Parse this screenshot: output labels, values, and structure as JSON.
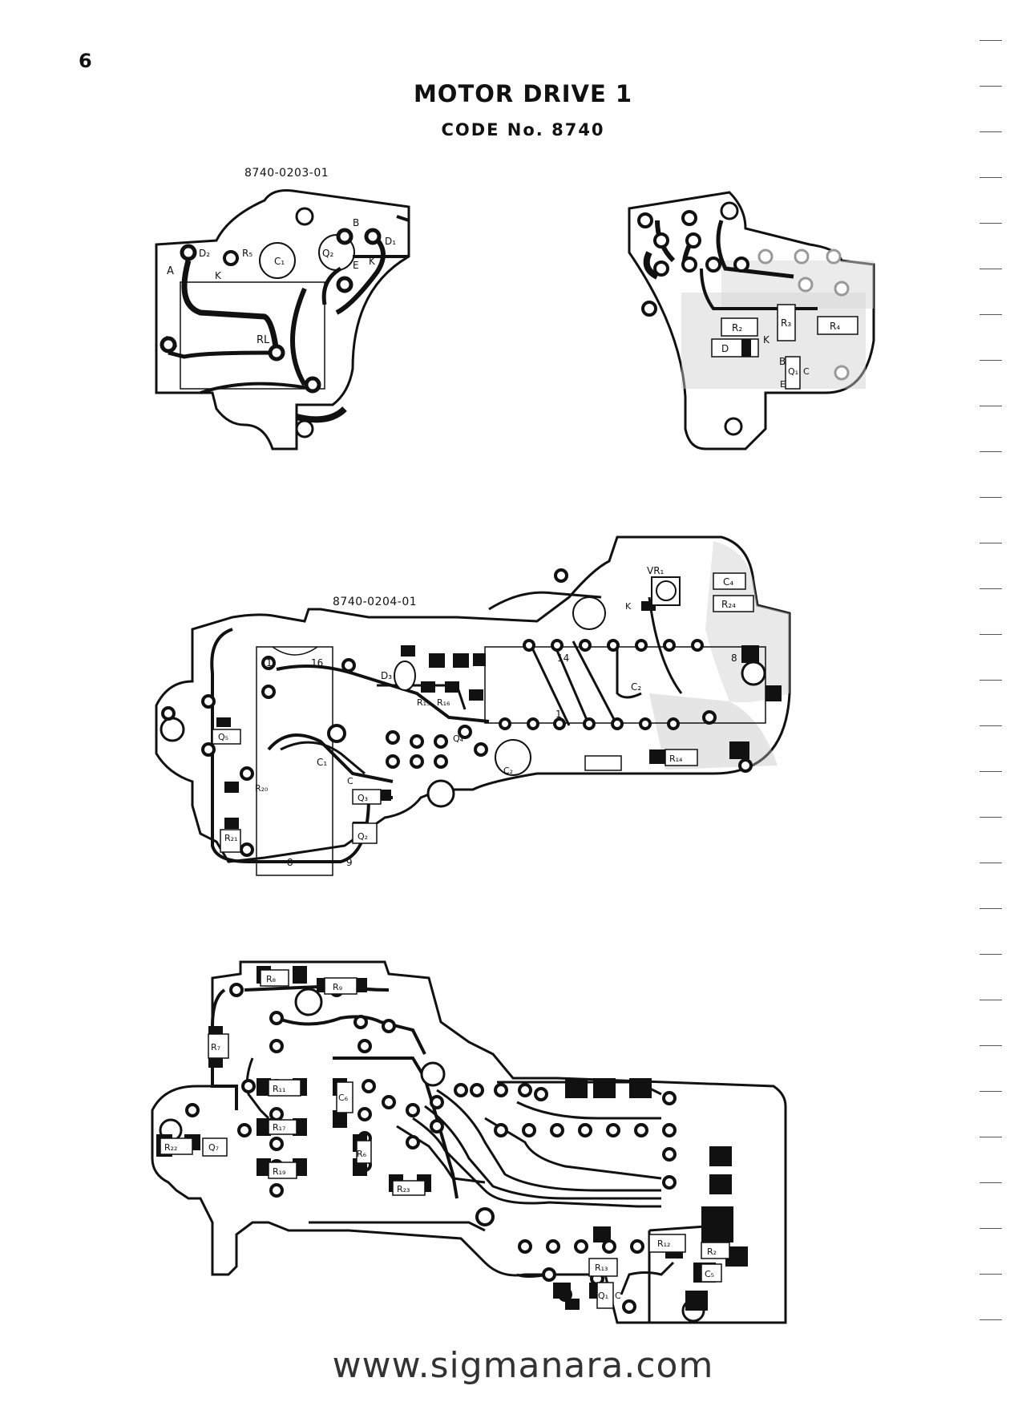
{
  "page": {
    "number": "6",
    "title": "MOTOR DRIVE 1",
    "subtitle": "CODE  No. 8740",
    "watermark": "www.sigmanara.com"
  },
  "boards": {
    "top_left": {
      "part_code": "8740-0203-01",
      "labels": [
        "A",
        "D₂",
        "K",
        "R₅",
        "C₁",
        "Q₂",
        "B",
        "E",
        "D₁",
        "K",
        "RL"
      ]
    },
    "top_right": {
      "labels": [
        "R₂",
        "R₃",
        "R₄",
        "D",
        "K",
        "B",
        "Q₁",
        "C",
        "E"
      ]
    },
    "middle": {
      "part_code": "8740-0204-01",
      "labels": [
        "VR₁",
        "C₄",
        "R₂₄",
        "K",
        "14",
        "8",
        "C₂",
        "1",
        "1",
        "16",
        "D₃",
        "R₁₅",
        "R₁₆",
        "Q₄",
        "C₂",
        "R₁₄",
        "Q₅",
        "C₁",
        "R₂₀",
        "Q₃",
        "C",
        "R₂₁",
        "Q₂",
        "8",
        "9"
      ]
    },
    "bottom": {
      "labels": [
        "R₈",
        "R₉",
        "R₇",
        "R₁₁",
        "C₆",
        "R₁₇",
        "Q₇",
        "R₂₂",
        "R₆",
        "R₂₃",
        "R₁₉",
        "R₁₂",
        "R₁₃",
        "R₂",
        "C₅",
        "Q₁",
        "C"
      ]
    }
  }
}
